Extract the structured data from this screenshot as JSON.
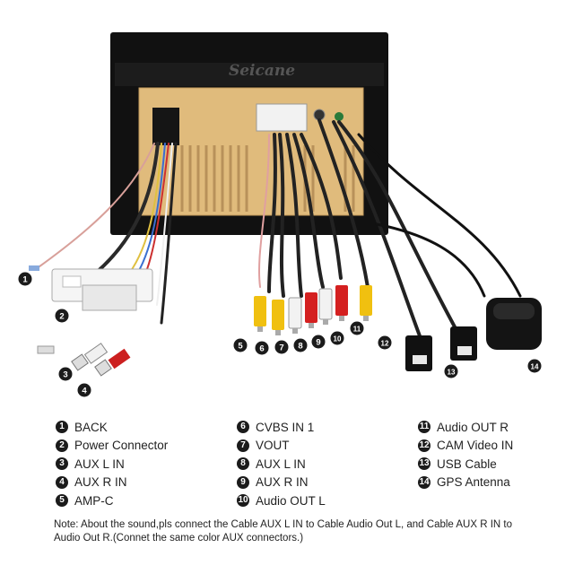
{
  "brand": "Seicane",
  "callouts": [
    "1",
    "2",
    "3",
    "4",
    "5",
    "6",
    "7",
    "8",
    "9",
    "10",
    "11",
    "12",
    "13",
    "14"
  ],
  "legend": [
    {
      "num": "1",
      "label": "BACK"
    },
    {
      "num": "2",
      "label": "Power Connector"
    },
    {
      "num": "3",
      "label": "AUX L IN"
    },
    {
      "num": "4",
      "label": "AUX R IN"
    },
    {
      "num": "5",
      "label": "AMP-C"
    },
    {
      "num": "6",
      "label": "CVBS IN 1"
    },
    {
      "num": "7",
      "label": "VOUT"
    },
    {
      "num": "8",
      "label": "AUX L IN"
    },
    {
      "num": "9",
      "label": "AUX R IN"
    },
    {
      "num": "10",
      "label": "Audio OUT L"
    },
    {
      "num": "11",
      "label": "Audio OUT R"
    },
    {
      "num": "12",
      "label": "CAM Video IN"
    },
    {
      "num": "13",
      "label": "USB Cable"
    },
    {
      "num": "14",
      "label": "GPS Antenna"
    }
  ],
  "note": "Note: About the sound,pls connect the Cable AUX L IN to Cable Audio Out L, and Cable AUX R IN to Audio Out R.(Connet the same color AUX connectors.)"
}
